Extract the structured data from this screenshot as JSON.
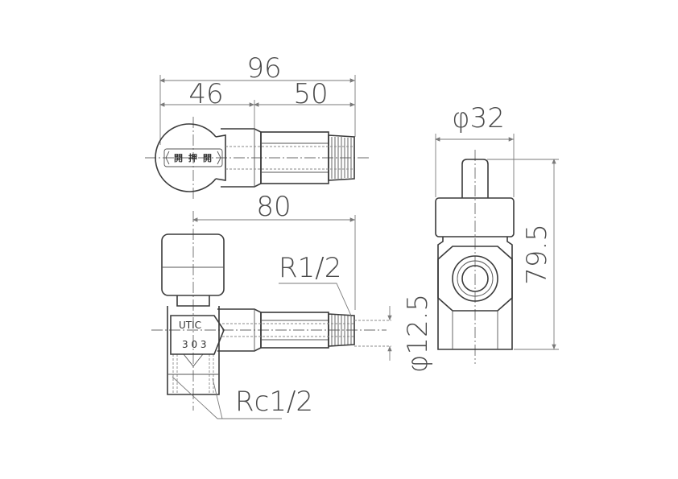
{
  "dimensions": {
    "overall_length": "96",
    "handle_length": "46",
    "body_length": "50",
    "center_to_end": "80",
    "outlet_thread": "R1/2",
    "inlet_thread": "Rc1/2",
    "bore_diameter": "φ12.5",
    "handle_diameter": "φ32",
    "height": "79.5"
  },
  "markings": {
    "brand": "UTIC",
    "model": "3 0 3",
    "handle_left": "開",
    "handle_center": "押",
    "handle_right": "開"
  }
}
